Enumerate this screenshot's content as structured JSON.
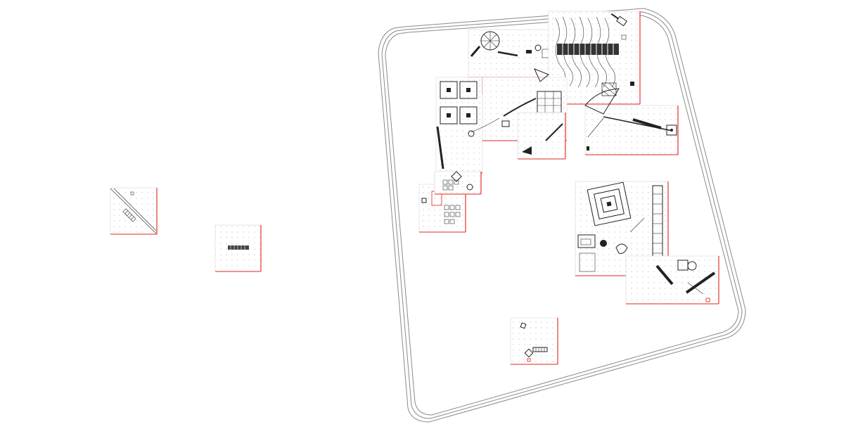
{
  "drawing": {
    "type": "playground site plan",
    "colors": {
      "background": "#ffffff",
      "ink": "#222222",
      "boundary": "#8a8a8a",
      "tile_edge": "#e0241b",
      "grid_dot": "#9a9a9a"
    },
    "text_labels": []
  },
  "elements": [
    {
      "id": "tile-1",
      "kind": "standalone detail tile"
    },
    {
      "id": "tile-2",
      "kind": "standalone detail tile"
    },
    {
      "id": "boundary",
      "kind": "site boundary (double outline)"
    },
    {
      "id": "swing-area",
      "kind": "play equipment zone"
    },
    {
      "id": "cube-zone",
      "kind": "play equipment zone"
    },
    {
      "id": "maze-zone",
      "kind": "play equipment zone"
    },
    {
      "id": "seesaw-zone",
      "kind": "play equipment zone"
    },
    {
      "id": "bottom-tile",
      "kind": "play equipment zone"
    }
  ]
}
